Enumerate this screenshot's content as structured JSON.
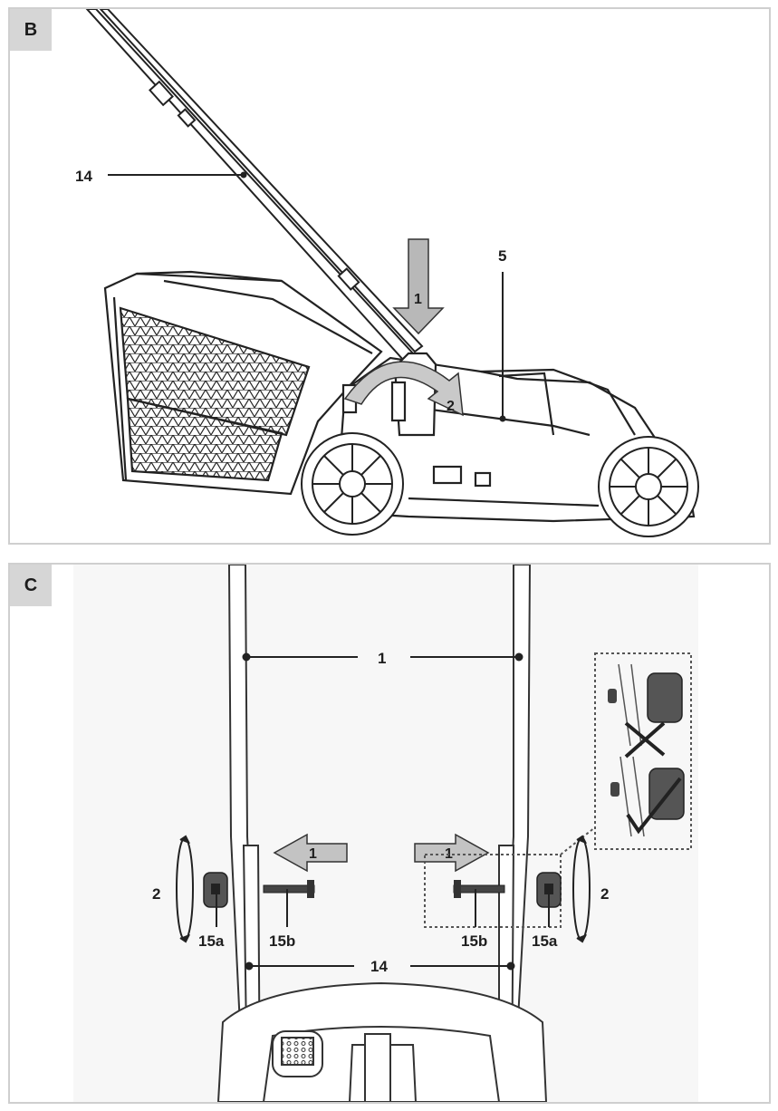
{
  "panel_b": {
    "tag": "B",
    "labels": {
      "handle": "14",
      "part": "5"
    },
    "arrows": {
      "push": "1",
      "rotate": "2"
    }
  },
  "panel_c": {
    "tag": "C",
    "labels": {
      "top_bar": "1",
      "bottom_bar": "14",
      "knob_left": "15a",
      "bolt_left": "15b",
      "bolt_right": "15b",
      "knob_right": "15a",
      "rotate_left": "2",
      "rotate_right": "2"
    },
    "arrows": {
      "left": "1",
      "right": "1"
    }
  }
}
